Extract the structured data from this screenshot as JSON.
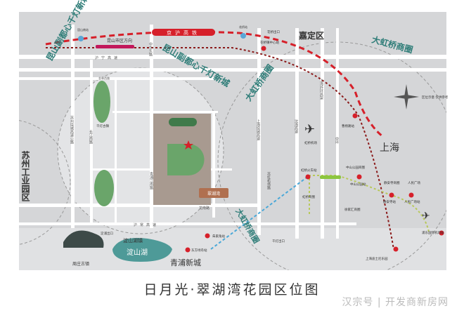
{
  "title": "日月光·翠湖湾花园区位图",
  "watermark": "汉宗号 | 开发商新房网",
  "colors": {
    "map_bg": "#d5d6d8",
    "road": "#ffffff",
    "district": "#a89a90",
    "park": "#6aa56a",
    "rail": "#d6202a",
    "metro": "#8b1a1a",
    "teal": "#2f7d78",
    "lake": "#4e9a98"
  },
  "regions": {
    "kunshan_arc": "昆山副都心千灯新城",
    "hongqiao_arc": "大虹桥商圈",
    "suzhou": "苏州工业园区",
    "jiading": "嘉定区",
    "shanghai": "上海",
    "qingpu": "青浦新城",
    "dianshan_town": "淀山湖镇",
    "dianshan_lake": "淀山湖",
    "zhouzhuang": "周庄古镇"
  },
  "railways": {
    "jinghu": "京沪高铁",
    "kunshan_dir": "昆山市区方向",
    "kunshan_station": "昆山南站",
    "hongqiao_station": "花桥站"
  },
  "roads": {
    "huning": "沪宁高速",
    "huchang": "沪常高速",
    "zhongnan": "中华东路",
    "changjiang": "长江南路",
    "suzhou_city": "苏州绕城高速公路",
    "shanghai_city": "上海绕城高速",
    "shenhai": "沈海高速",
    "shanghai_ring": "上海外环高架",
    "middle_ring": "中环",
    "suhong": "苏虹机场路",
    "qingpu_jiang": "青浦江南路",
    "longnan": "龙南路",
    "jinhua": "金林西路"
  },
  "places": {
    "qiandeng_old": "千灯古镇",
    "huaqiao_exit": "花桥出口",
    "huaqiao_center": "花桥镇中心站",
    "hongqiao_airport": "虹桥机场",
    "hongqiao_hub": "虹桥火车站",
    "hongqiao_biz": "虹桥商圈",
    "caoyang": "曹杨路站",
    "zhongshan_park": "中山公园商圈",
    "zhongshan_station": "中山公园站",
    "jingan": "静安寺商圈",
    "jingan_station": "静安寺站",
    "peoples": "人民广场",
    "peoples_station": "人民广场站",
    "xujiahui": "徐家汇商圈",
    "pudong_airport": "浦东国际机场站",
    "disney": "上海迪士尼乐园",
    "dongfang": "东方绿舟站",
    "zhujiajiao": "朱家角站",
    "qiandeng_exit": "千灯出口",
    "dianpu_exit": "淀浦出口",
    "north_arrow": "区位示意 仅供参考",
    "project": "翠湖湾"
  }
}
